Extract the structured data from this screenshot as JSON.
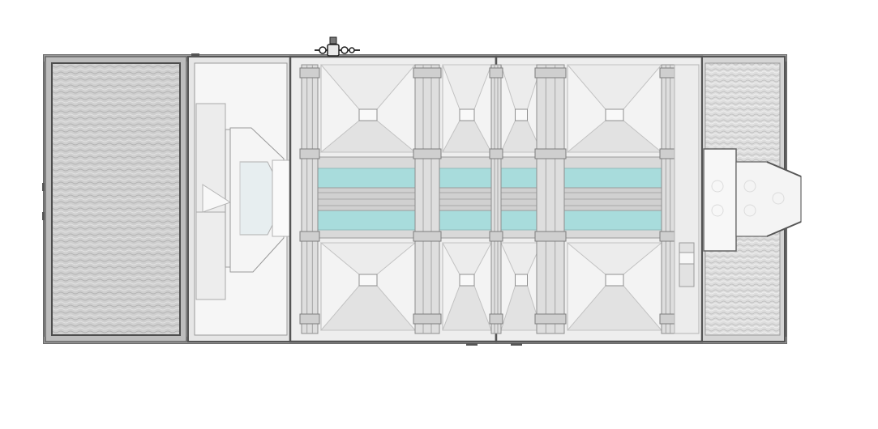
{
  "drawing": {
    "view": "plan",
    "sections": [
      {
        "id": "inlet-filter",
        "fill": "textured-gray"
      },
      {
        "id": "fan-section",
        "fill": "light-gray"
      },
      {
        "id": "coil-module-1",
        "fill": "light-gray"
      },
      {
        "id": "coil-module-2",
        "fill": "light-gray"
      },
      {
        "id": "outlet-filter",
        "fill": "textured-gray"
      }
    ],
    "colors": {
      "background": "#ffffff",
      "frame": "#6b6b6b",
      "frame_light": "#b9b9b9",
      "panel": "#f1f1f1",
      "filter": "#cfcfcf",
      "duct": "#a8dcdc",
      "outlet": "#f7f7f7"
    }
  }
}
